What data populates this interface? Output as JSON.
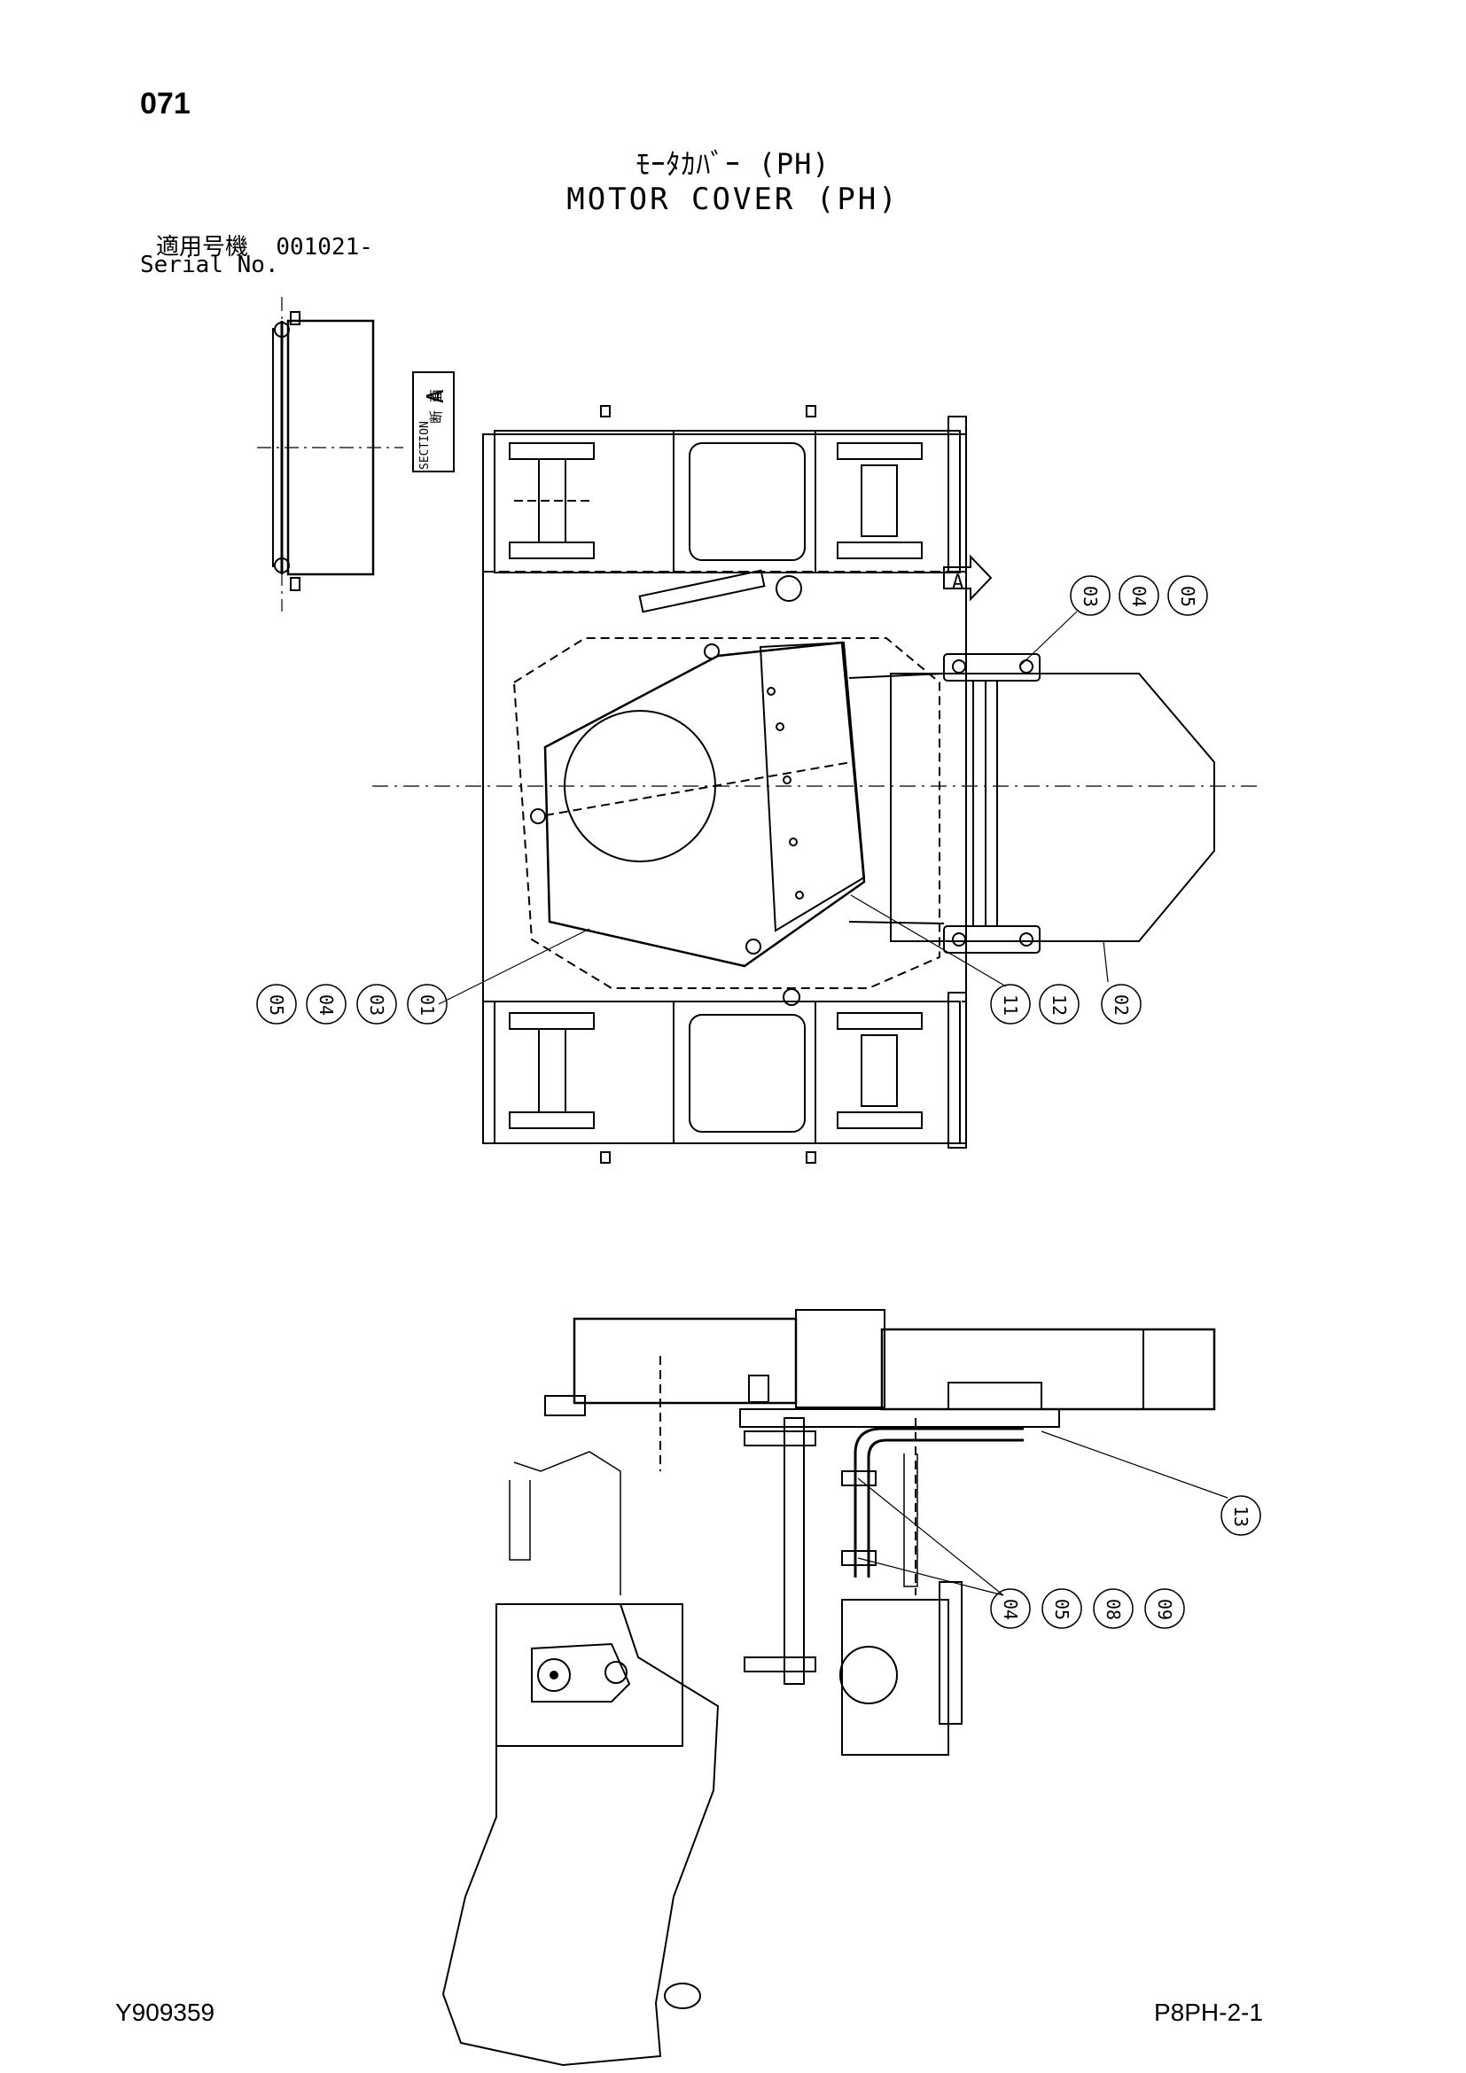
{
  "page_number": "071",
  "title_jp": "ﾓｰﾀｶﾊﾞｰ (PH)",
  "title_en": "MOTOR COVER (PH)",
  "serial_label_jp": "適用号機",
  "serial_value": "001021-",
  "serial_label_en": "Serial No.",
  "section_label": {
    "jp": "断 面",
    "en": "SECTION",
    "letter": "A"
  },
  "view_arrow_letter": "A",
  "callouts": {
    "top_view": [
      "03",
      "04",
      "05",
      "05",
      "04",
      "03",
      "01",
      "11",
      "12",
      "02"
    ],
    "side_view": [
      "13",
      "04",
      "05",
      "08",
      "09"
    ]
  },
  "drawing_code": "Y909359",
  "page_code": "P8PH-2-1"
}
